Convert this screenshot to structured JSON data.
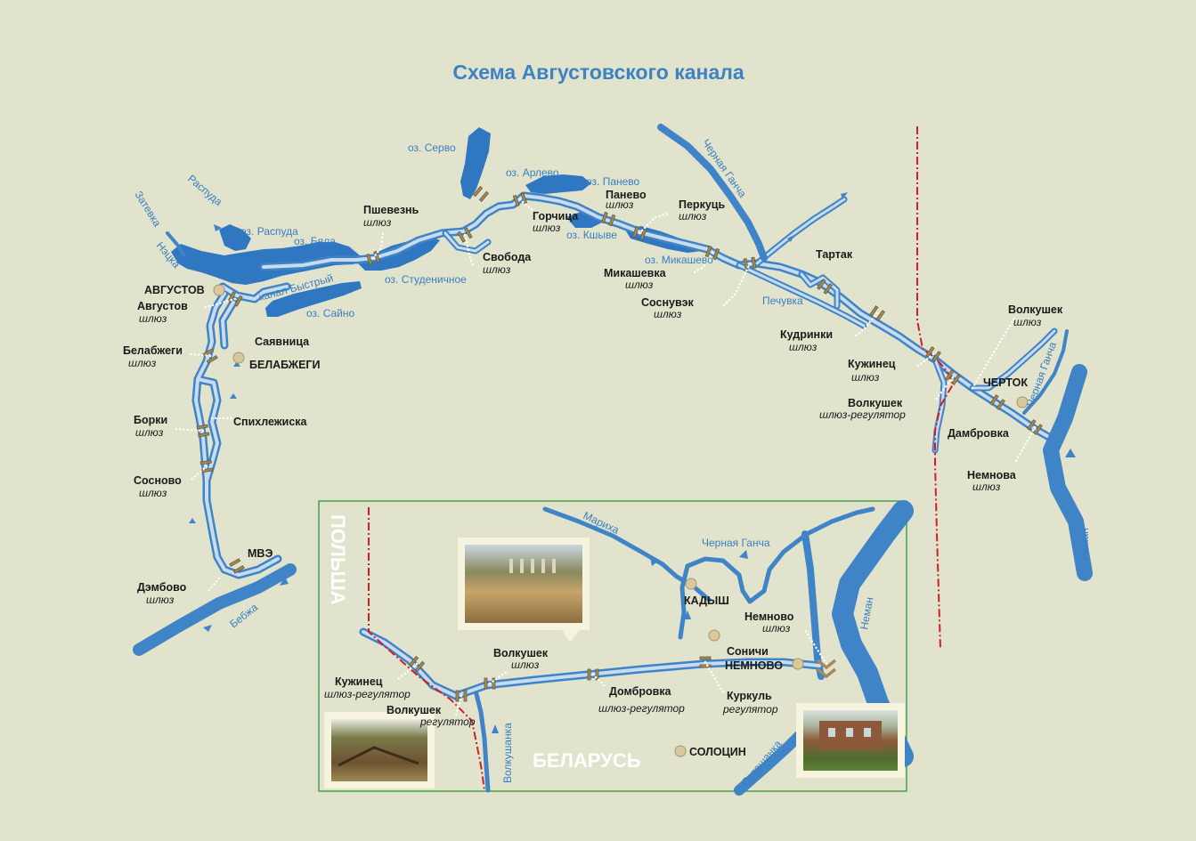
{
  "title": "Схема Августовского канала",
  "countries": {
    "poland": "ПОЛЬША",
    "belarus": "БЕЛАРУСЬ"
  },
  "colors": {
    "background": "#e1e3cc",
    "water": "#3f84c6",
    "canal_inner": "#c8dbef",
    "border": "#d11f26",
    "inset_frame": "#3c9a47",
    "title": "#3d83c4"
  },
  "water_labels": {
    "zatevka": "Затевка",
    "raspuda": "Распуда",
    "netska": "Нэцка",
    "lake_raspuda": "оз. Распуда",
    "lake_byala": "оз. Бяла",
    "lake_servy": "оз. Серво",
    "lake_arlevo": "оз. Арлево",
    "lake_panevo": "оз. Панево",
    "lake_kshyve": "оз. Кшыве",
    "lake_mikashevo": "оз. Микашево",
    "lake_studenichnoe": "оз. Студеничное",
    "lake_sayno": "оз. Сайно",
    "canal_bystry": "канал Быстрый",
    "chernaya_gancha": "Черная Ганча",
    "pechuvka": "Печувка",
    "chernaya_gancha_2": "Черная Ганча",
    "neman": "Неман",
    "bebzha": "Бебжа",
    "marikha": "Мариха",
    "chernaya_gancha_inset": "Черная Ганча",
    "neman_inset": "Неман",
    "volkushanka": "Волкушанка",
    "ostashanka": "Осташанка"
  },
  "towns": {
    "augustow": "АВГУСТОВ",
    "belabzhegi": "БЕЛАБЖЕГИ",
    "chertok": "ЧЕРТОК",
    "kadysh": "КАДЫШ",
    "nemnovo": "НЕМНОВО",
    "solotsin": "СОЛОЦИН"
  },
  "locks": [
    {
      "id": "pshevezn",
      "name": "Пшевезнь",
      "type": "шлюз"
    },
    {
      "id": "svoboda",
      "name": "Свобода",
      "type": "шлюз"
    },
    {
      "id": "gorchitsa",
      "name": "Горчица",
      "type": "шлюз"
    },
    {
      "id": "panevo",
      "name": "Панево",
      "type": "шлюз"
    },
    {
      "id": "perkuts",
      "name": "Перкуць",
      "type": "шлюз"
    },
    {
      "id": "mikashevka",
      "name": "Микашевка",
      "type": "шлюз"
    },
    {
      "id": "sosnuvek",
      "name": "Соснувэк",
      "type": "шлюз"
    },
    {
      "id": "tartak",
      "name": "Тартак",
      "type": ""
    },
    {
      "id": "kudrinki",
      "name": "Кудринки",
      "type": "шлюз"
    },
    {
      "id": "kuzhinets",
      "name": "Кужинец",
      "type": "шлюз"
    },
    {
      "id": "volkushek_reg",
      "name": "Волкушек",
      "type": "шлюз-регулятор"
    },
    {
      "id": "volkushek_top",
      "name": "Волкушек",
      "type": "шлюз"
    },
    {
      "id": "dambrovka",
      "name": "Дамбровка",
      "type": ""
    },
    {
      "id": "nemnova",
      "name": "Немнова",
      "type": "шлюз"
    },
    {
      "id": "augustow_lock",
      "name": "Августов",
      "type": "шлюз"
    },
    {
      "id": "sayavnitsa",
      "name": "Саявница",
      "type": ""
    },
    {
      "id": "belabzhegi_lock",
      "name": "Белабжеги",
      "type": "шлюз"
    },
    {
      "id": "borki",
      "name": "Борки",
      "type": "шлюз"
    },
    {
      "id": "spikhlezhiska",
      "name": "Спихлежиска",
      "type": ""
    },
    {
      "id": "sosnovo",
      "name": "Сосново",
      "type": "шлюз"
    },
    {
      "id": "mve",
      "name": "МВЭ",
      "type": ""
    },
    {
      "id": "dembovo",
      "name": "Дэмбово",
      "type": "шлюз"
    }
  ],
  "inset_labels": [
    {
      "id": "kuzhinets_i",
      "name": "Кужинец",
      "type": "шлюз-регулятор"
    },
    {
      "id": "volkushek_i",
      "name": "Волкушек",
      "type": "регулятор"
    },
    {
      "id": "volkushek_i2",
      "name": "Волкушек",
      "type": "шлюз"
    },
    {
      "id": "dombrovka_i",
      "name": "Домбровка",
      "type": "шлюз-регулятор"
    },
    {
      "id": "sonichi_i",
      "name": "Соничи",
      "type": ""
    },
    {
      "id": "kurkul_i",
      "name": "Куркуль",
      "type": "регулятор"
    },
    {
      "id": "nemnovo_lock_i",
      "name": "Немново",
      "type": "шлюз"
    }
  ]
}
